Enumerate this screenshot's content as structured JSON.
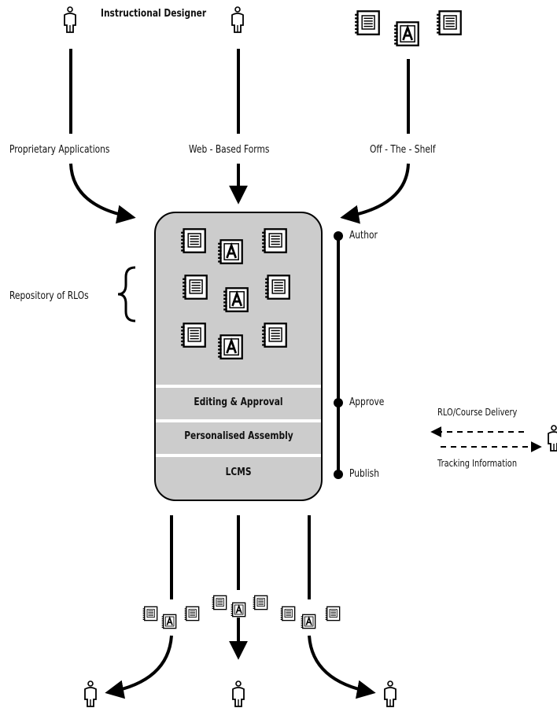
{
  "top_person_label": "Instructional Designer",
  "sources": [
    {
      "label": "Proprietary Applications"
    },
    {
      "label": "Web - Based Forms"
    },
    {
      "label": "Off - The - Shelf"
    }
  ],
  "repository_label": "Repository of RLOs",
  "lcms": {
    "layers": [
      "Editing & Approval",
      "Personalised Assembly",
      "LCMS"
    ]
  },
  "workflow_stages": [
    "Author",
    "Approve",
    "Publish"
  ],
  "delivery": {
    "outgoing_label": "RLO/Course Delivery",
    "incoming_label": "Tracking Information"
  },
  "icons": [
    "person-icon",
    "document-icon",
    "text-a-icon",
    "curly-brace-icon"
  ],
  "colors": {
    "box_fill": "#cccccc",
    "stroke": "#000000",
    "band_separator": "#ffffff"
  }
}
